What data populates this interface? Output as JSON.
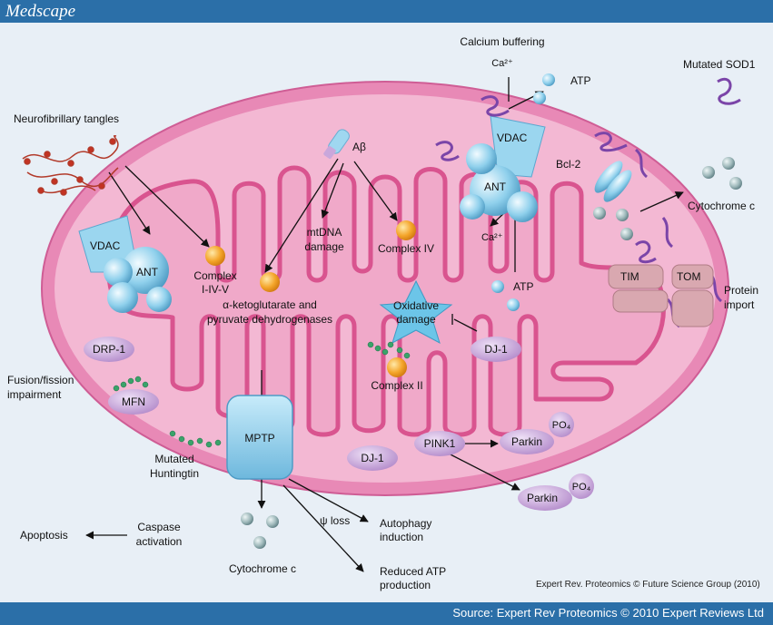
{
  "header": {
    "brand": "Medscape"
  },
  "footer": {
    "source": "Source: Expert Rev Proteomics © 2010 Expert Reviews Ltd"
  },
  "credit": "Expert Rev. Proteomics © Future Science Group (2010)",
  "labels": {
    "calcium_buffering": "Calcium buffering",
    "ca_top": "Ca²⁺",
    "atp_top": "ATP",
    "mutated_sod1": "Mutated SOD1",
    "neurofibrillary": "Neurofibrillary tangles",
    "abeta": "Aβ",
    "vdac_right": "VDAC",
    "ant_right": "ANT",
    "ca_mid": "Ca²⁺",
    "bcl2": "Bcl-2",
    "cytochrome_c_right": "Cytochrome c",
    "vdac_left": "VDAC",
    "ant_left": "ANT",
    "complex_1": "Complex",
    "complex_1b": "I-IV-V",
    "mtdna_1": "mtDNA",
    "mtdna_2": "damage",
    "complex_iv": "Complex IV",
    "alpha_kg_1": "α-ketoglutarate and",
    "alpha_kg_2": "pyruvate dehydrogenases",
    "atp_mid": "ATP",
    "tim": "TIM",
    "tom": "TOM",
    "protein_import_1": "Protein",
    "protein_import_2": "import",
    "oxidative_1": "Oxidative",
    "oxidative_2": "damage",
    "dj1_a": "DJ-1",
    "drp1": "DRP-1",
    "fusion_1": "Fusion/fission",
    "fusion_2": "impairment",
    "mfn": "MFN",
    "complex_ii": "Complex II",
    "mptp": "MPTP",
    "mutated_htt_1": "Mutated",
    "mutated_htt_2": "Huntingtin",
    "dj1_b": "DJ-1",
    "pink1": "PINK1",
    "parkin_a": "Parkin",
    "po4_a": "PO₄",
    "parkin_b": "Parkin",
    "po4_b": "PO₄",
    "apoptosis": "Apoptosis",
    "caspase_1": "Caspase",
    "caspase_2": "activation",
    "psi_loss": "ψ loss",
    "autophagy_1": "Autophagy",
    "autophagy_2": "induction",
    "cytochrome_c_bottom": "Cytochrome c",
    "reduced_atp_1": "Reduced ATP",
    "reduced_atp_2": "production"
  },
  "colors": {
    "outer_membrane": "#e889b6",
    "matrix": "#f3b5d2",
    "inner_membrane": "#d9548f",
    "channel_blue": "#8fd0ec",
    "complex_orange": "#f4a52a",
    "protein_purple": "#8c5bb0",
    "dj1_lilac": "#c9a7db"
  }
}
